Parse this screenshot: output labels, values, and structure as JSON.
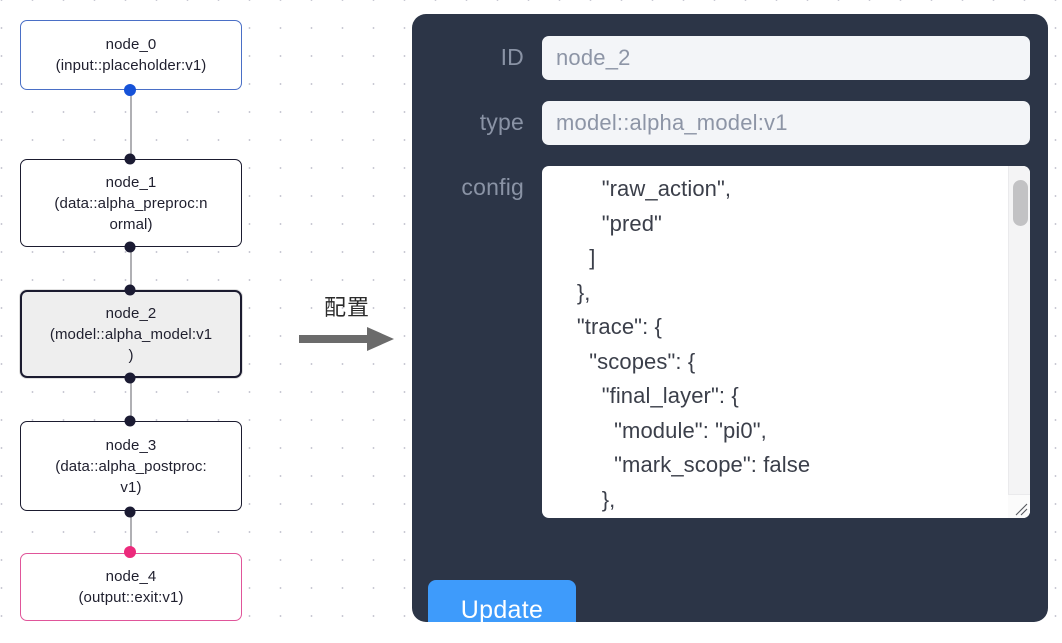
{
  "canvas": {
    "background_color": "#ffffff",
    "grid_dot_color": "#c9c9d4",
    "nodes": [
      {
        "id": "node_0",
        "label": "node_0\n(input::placeholder:v1)",
        "kind": "input",
        "border_color": "#4a6fc6",
        "fill_color": "#ffffff",
        "selected": false
      },
      {
        "id": "node_1",
        "label": "node_1\n(data::alpha_preproc:n\normal)",
        "kind": "data",
        "border_color": "#1b1b2f",
        "fill_color": "#ffffff",
        "selected": false
      },
      {
        "id": "node_2",
        "label": "node_2\n(model::alpha_model:v1\n)",
        "kind": "model",
        "border_color": "#1b1b2f",
        "fill_color": "#eeeeee",
        "selected": true
      },
      {
        "id": "node_3",
        "label": "node_3\n(data::alpha_postproc:\nv1)",
        "kind": "data",
        "border_color": "#1b1b2f",
        "fill_color": "#ffffff",
        "selected": false
      },
      {
        "id": "node_4",
        "label": "node_4\n(output::exit:v1)",
        "kind": "output",
        "border_color": "#e0559a",
        "fill_color": "#ffffff",
        "selected": false
      }
    ],
    "edges": [
      {
        "from": "node_0",
        "to": "node_1"
      },
      {
        "from": "node_1",
        "to": "node_2"
      },
      {
        "from": "node_2",
        "to": "node_3"
      },
      {
        "from": "node_3",
        "to": "node_4"
      }
    ],
    "handle_colors": {
      "default": "#1b1b33",
      "input": "#1652d8",
      "output": "#ec2a7c"
    }
  },
  "annotation": {
    "label": "配置",
    "arrow_color": "#6b6b6b",
    "arrow_direction": "right"
  },
  "panel": {
    "background_color": "#2c3547",
    "label_color": "#8a93a5",
    "fields": [
      {
        "label": "ID",
        "value": "node_2",
        "name": "id-field"
      },
      {
        "label": "type",
        "value": "model::alpha_model:v1",
        "name": "type-field"
      }
    ],
    "config": {
      "label": "config",
      "value": "        \"raw_action\",\n        \"pred\"\n      ]\n    },\n    \"trace\": {\n      \"scopes\": {\n        \"final_layer\": {\n          \"module\": \"pi0\",\n          \"mark_scope\": false\n        },\n        \"action_model\": {",
      "scrollbar_visible": true,
      "scroll_thumb_position": "near-top",
      "resizable": true
    },
    "update_button": {
      "label": "Update",
      "color": "#3e9bfb",
      "text_color": "#ffffff"
    }
  }
}
